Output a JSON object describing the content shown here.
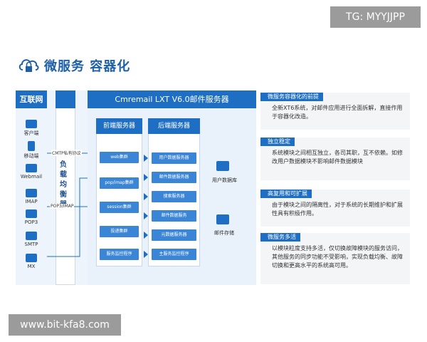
{
  "watermarks": {
    "top": "TG: MYYJJPP",
    "bottom": "www.bit-kfa8.com"
  },
  "title": "微服务 容器化",
  "internet": {
    "header": "互联网",
    "clients": [
      "客户端",
      "移动端",
      "Webmail",
      "IMAP",
      "POP3",
      "SMTP",
      "MX"
    ]
  },
  "load_balancer": {
    "label": "负载均衡器",
    "chars": [
      "负",
      "载",
      "均",
      "衡",
      "器"
    ]
  },
  "notes": {
    "cmtp": "CMTP私有协议",
    "pop3": "POP3/IMAP"
  },
  "server": {
    "title": "Cmremail LXT V6.0邮件服务器",
    "frontend": {
      "header": "前端服务器",
      "modules": [
        "web集群",
        "pop/imap集群",
        "session集群",
        "投递集群",
        "服务监控程序"
      ]
    },
    "backend": {
      "header": "后端服务器",
      "modules": [
        "用户数据服务器",
        "邮件数据服务器",
        "搜索服务器",
        "邮件数据服务",
        "元数据服务器",
        "主服务监控程序"
      ]
    }
  },
  "storage": {
    "user_db": "用户数据库",
    "mail_storage": "邮件存储"
  },
  "cards": [
    {
      "title": "微服务容器化的前提",
      "body": "全新XT6系统，对邮件应用进行全面拆解，直接作用于容器化改造。"
    },
    {
      "title": "独立稳定",
      "body": "系统模块之间相互独立，各司其职，互不依赖。如修改用户数据模块不影响邮件数据模块"
    },
    {
      "title": "高复用和可扩展",
      "body": "由于模块之间的隔离性，对于系统的长期维护和扩展性具有积极作用。"
    },
    {
      "title": "微服务多活",
      "body": "以模块粒度支持多活，仅切换故障模块的服务访问，其他服务的同步功能不受影响，实现负载均衡、故障切换和更高水平的系统高可用。"
    }
  ],
  "colors": {
    "accent": "#1e6fc4",
    "title": "#1d5fa8",
    "card_bg": "#f3f5f7"
  }
}
